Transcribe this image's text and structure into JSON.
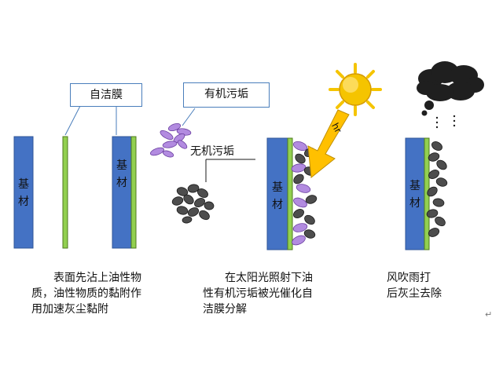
{
  "substrate_label": "基材",
  "labels": {
    "self_cleaning_film": "自洁膜",
    "organic_dirt": "有机污垢",
    "inorganic_dirt": "无机污垢",
    "light_symbol": "hr"
  },
  "captions": {
    "step1": "表面先沾上油性物\n质，油性物质的黏附作\n用加速灰尘黏附",
    "step2": "在太阳光照射下油\n性有机污垢被光催化自\n洁膜分解",
    "step3": "风吹雨打\n后灰尘去除"
  },
  "marks": {
    "paragraph_mark": "↵"
  },
  "colors": {
    "substrate": "#4472c4",
    "film": "#92d050",
    "organic": "#b28be0",
    "inorganic": "#4d4d4d",
    "sun": "#f5c400",
    "arrow": "#ffc000",
    "cloud": "#1f1f1f"
  }
}
